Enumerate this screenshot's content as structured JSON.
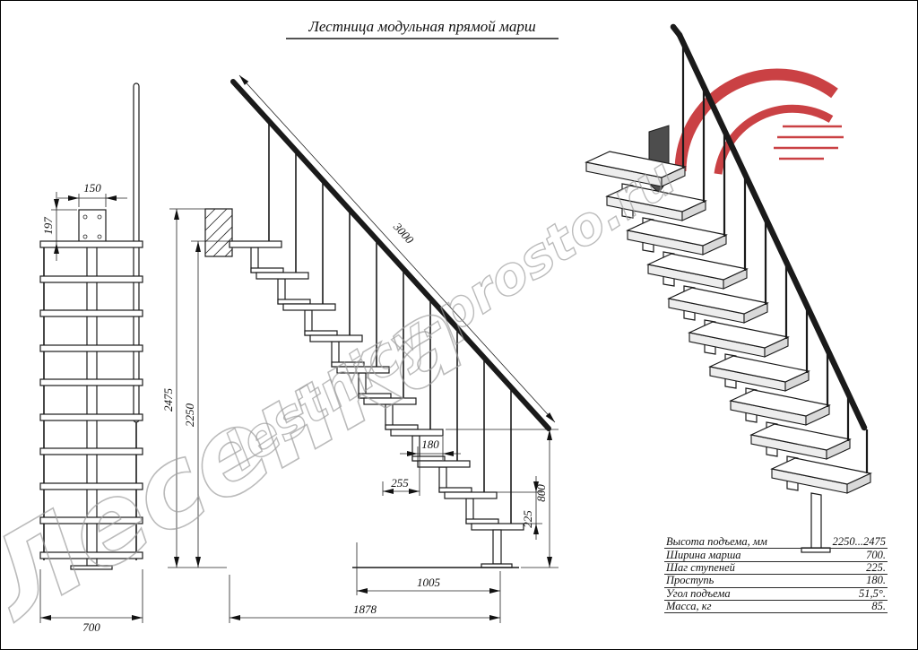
{
  "title": "Лестница модульная прямой марш",
  "watermarks": {
    "brand": "Лесенка",
    "site": "lestnicy-prosto.ru"
  },
  "front_view": {
    "bracket_width": "150",
    "bracket_offset": "197",
    "flight_width": "700"
  },
  "side_view": {
    "rail_length": "3000",
    "total_height": "2475",
    "floor_height": "2250",
    "tread_depth": "180",
    "module_pitch": "255",
    "lower_height": "800",
    "step_rise": "225",
    "lower_run": "1005",
    "total_run": "1878"
  },
  "spec_table": {
    "rows": [
      {
        "label": "Высота подъема, мм",
        "value": "2250...2475"
      },
      {
        "label": "Ширина марша",
        "value": "700."
      },
      {
        "label": "Шаг ступеней",
        "value": "225."
      },
      {
        "label": "Проступь",
        "value": "180."
      },
      {
        "label": "Угол подъема",
        "value": "51,5°."
      },
      {
        "label": "Масса, кг",
        "value": "85."
      }
    ]
  },
  "colors": {
    "logo_red": "#c3272b",
    "watermark": "#9c9c9c"
  }
}
